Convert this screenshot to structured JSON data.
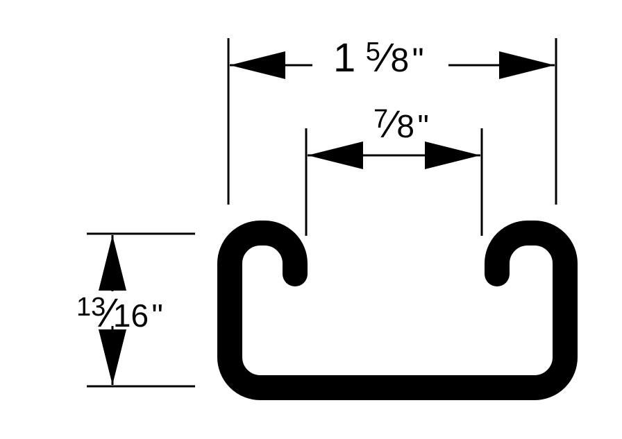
{
  "diagram": {
    "colors": {
      "ink": "#000000",
      "background": "#ffffff"
    },
    "dimensions": {
      "overall_width": {
        "whole": "1",
        "num": "5",
        "den": "8",
        "unit": "\""
      },
      "slot_opening": {
        "num": "7",
        "den": "8",
        "unit": "\""
      },
      "height": {
        "num": "13",
        "den": "16",
        "unit": "\""
      }
    }
  }
}
